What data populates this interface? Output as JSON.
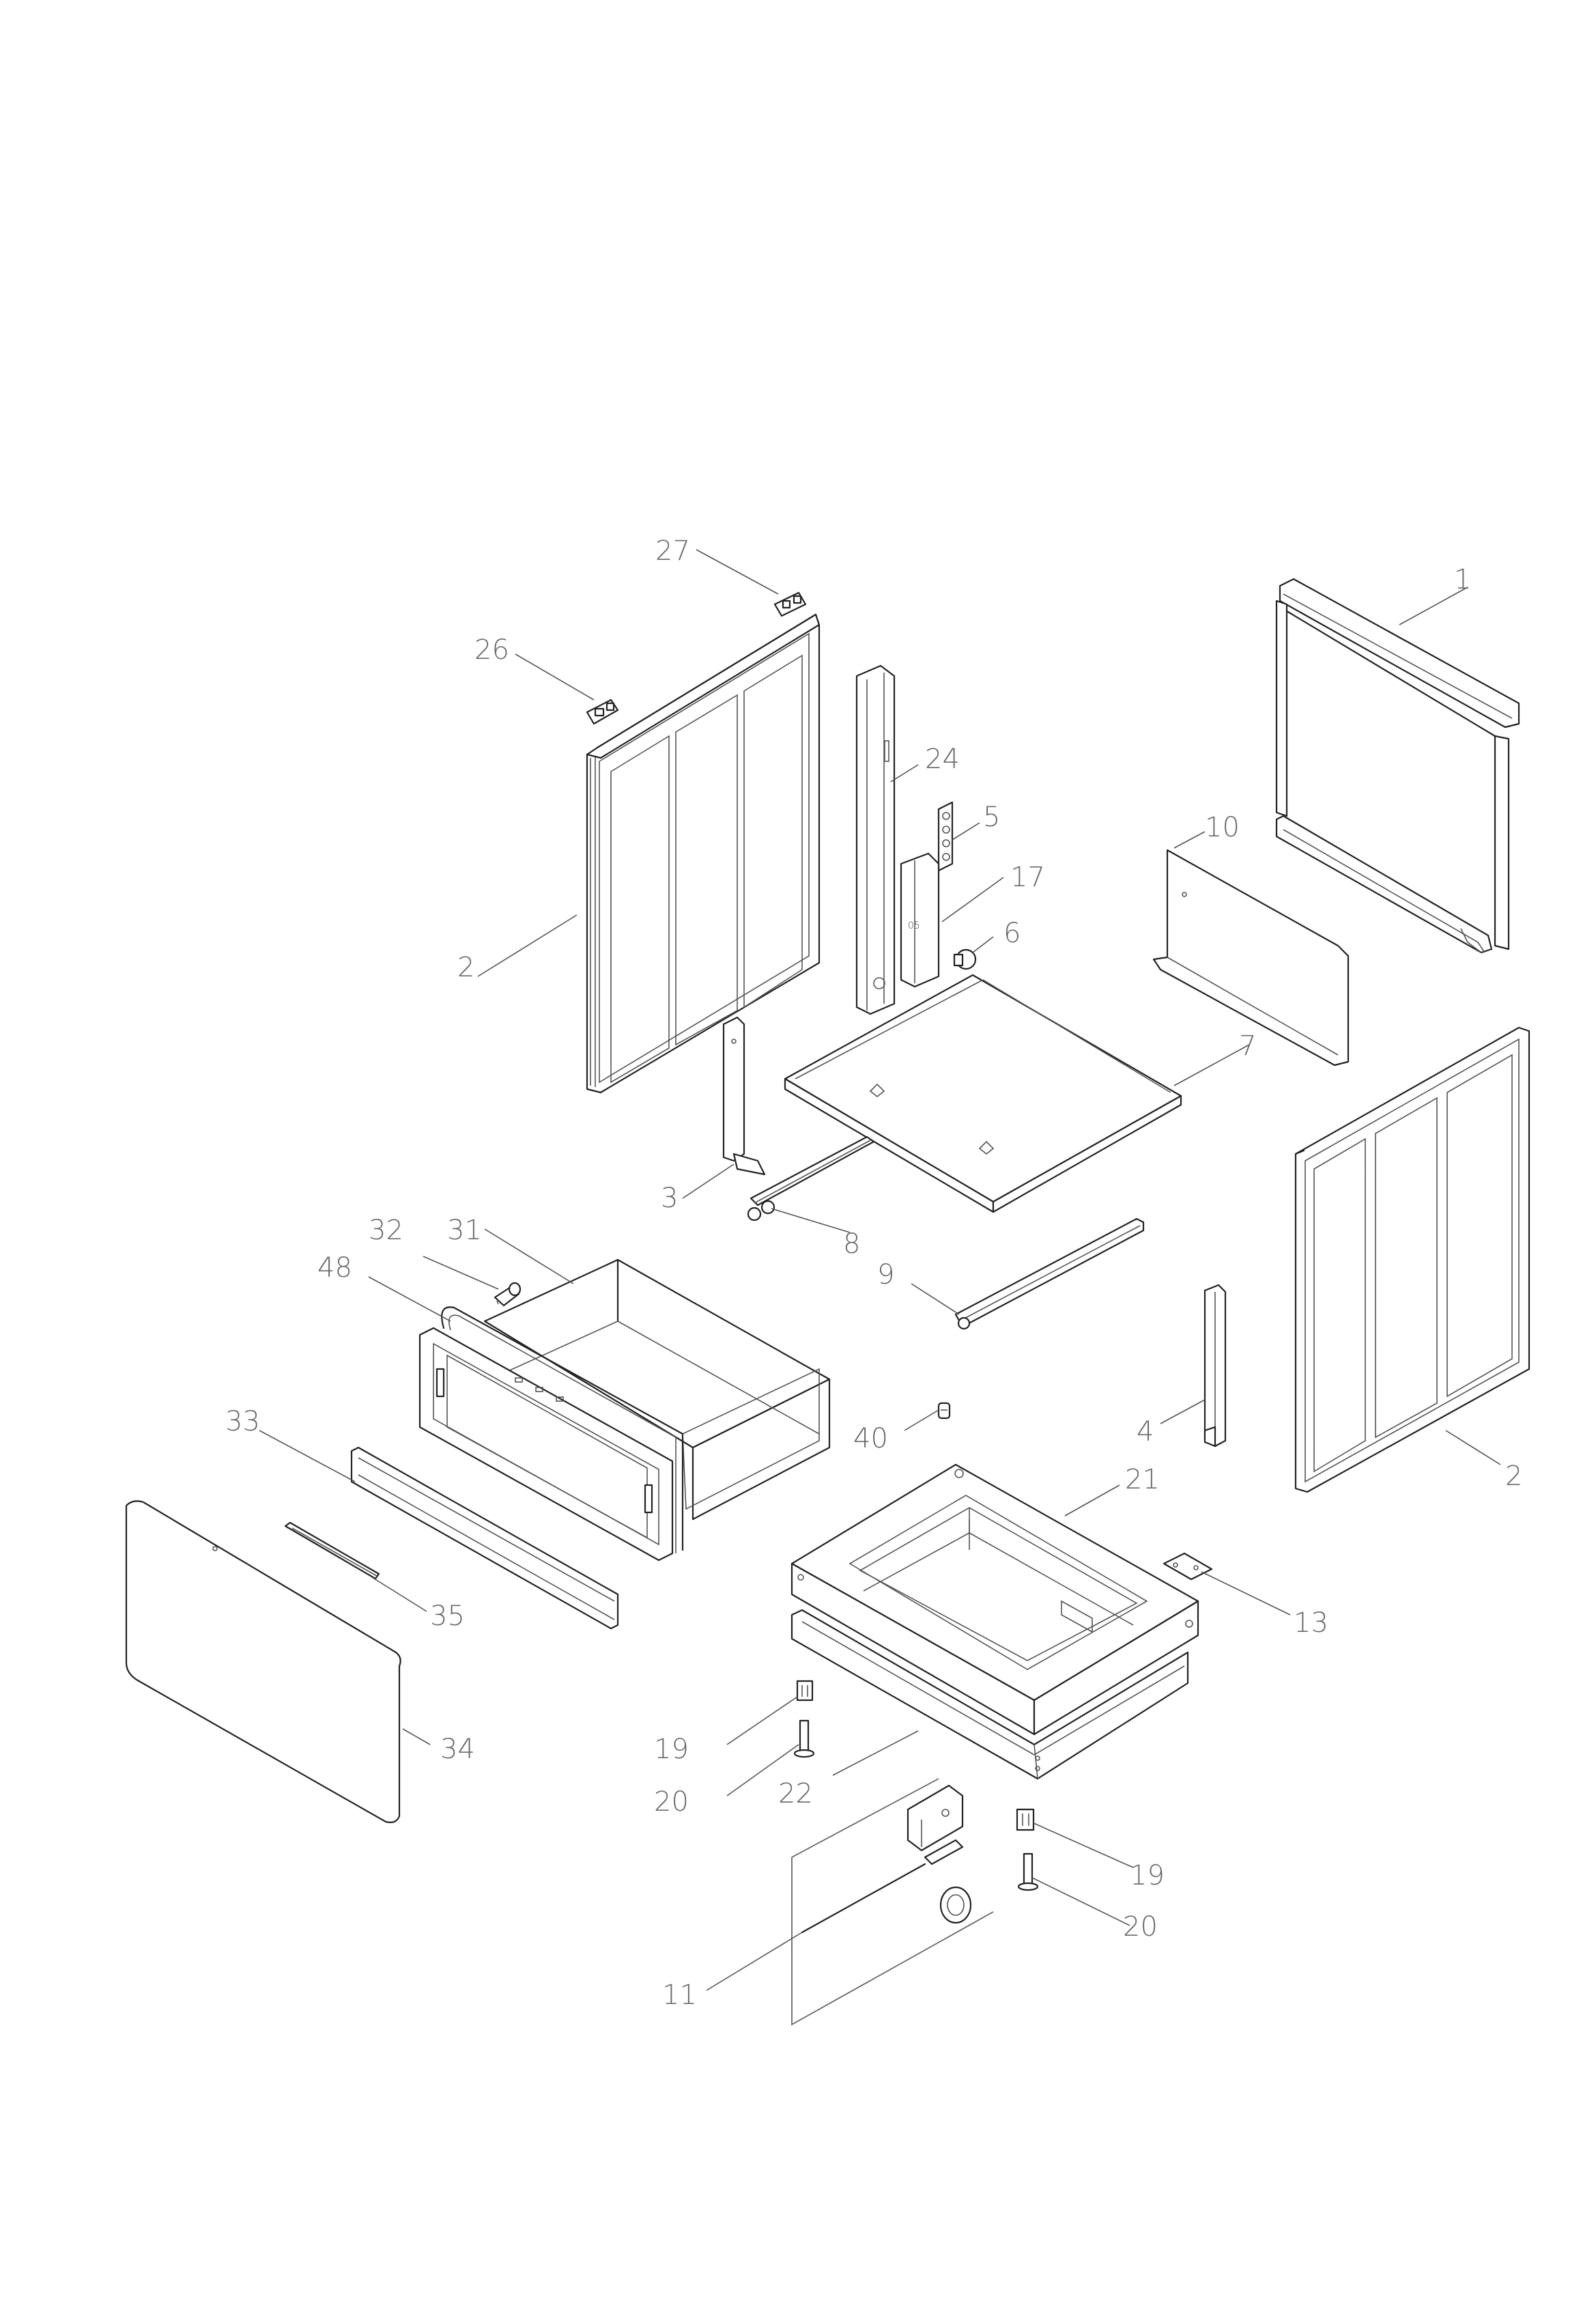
{
  "callouts": [
    {
      "id": "c1",
      "text": "1"
    },
    {
      "id": "c2a",
      "text": "2"
    },
    {
      "id": "c2b",
      "text": "2"
    },
    {
      "id": "c3",
      "text": "3"
    },
    {
      "id": "c4",
      "text": "4"
    },
    {
      "id": "c5",
      "text": "5"
    },
    {
      "id": "c6",
      "text": "6"
    },
    {
      "id": "c7",
      "text": "7"
    },
    {
      "id": "c8",
      "text": "8"
    },
    {
      "id": "c9",
      "text": "9"
    },
    {
      "id": "c10",
      "text": "10"
    },
    {
      "id": "c11",
      "text": "11"
    },
    {
      "id": "c13",
      "text": "13"
    },
    {
      "id": "c17",
      "text": "17"
    },
    {
      "id": "c19a",
      "text": "19"
    },
    {
      "id": "c19b",
      "text": "19"
    },
    {
      "id": "c20a",
      "text": "20"
    },
    {
      "id": "c20b",
      "text": "20"
    },
    {
      "id": "c21",
      "text": "21"
    },
    {
      "id": "c22",
      "text": "22"
    },
    {
      "id": "c24",
      "text": "24"
    },
    {
      "id": "c26",
      "text": "26"
    },
    {
      "id": "c27",
      "text": "27"
    },
    {
      "id": "c31",
      "text": "31"
    },
    {
      "id": "c32",
      "text": "32"
    },
    {
      "id": "c33",
      "text": "33"
    },
    {
      "id": "c34",
      "text": "34"
    },
    {
      "id": "c35",
      "text": "35"
    },
    {
      "id": "c40",
      "text": "40"
    },
    {
      "id": "c48",
      "text": "48"
    }
  ]
}
